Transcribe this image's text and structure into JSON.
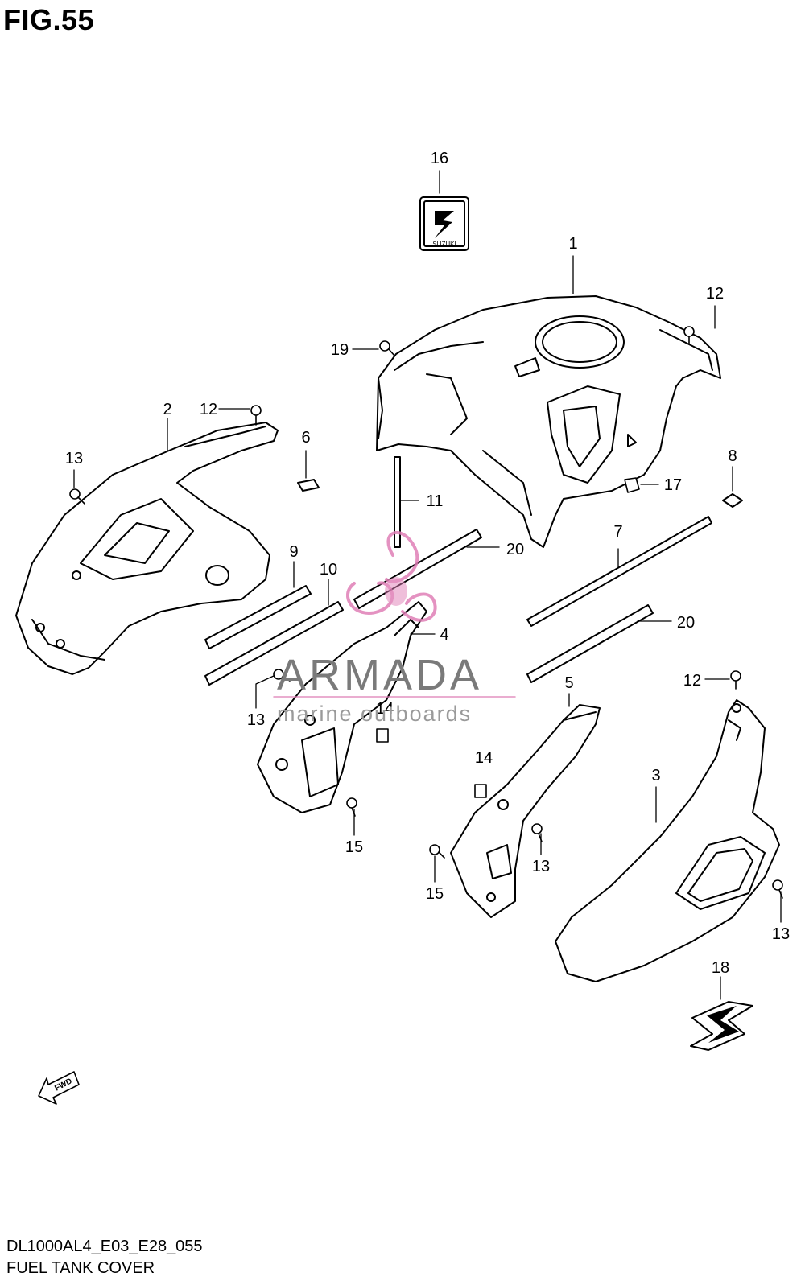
{
  "figure": {
    "title": "FIG.55",
    "model_code": "DL1000AL4_E03_E28_055",
    "section_name": "FUEL TANK COVER"
  },
  "callouts": [
    {
      "id": "c16",
      "label": "16"
    },
    {
      "id": "c1",
      "label": "1"
    },
    {
      "id": "c12a",
      "label": "12"
    },
    {
      "id": "c19",
      "label": "19"
    },
    {
      "id": "c2",
      "label": "2"
    },
    {
      "id": "c12b",
      "label": "12"
    },
    {
      "id": "c13a",
      "label": "13"
    },
    {
      "id": "c6",
      "label": "6"
    },
    {
      "id": "c11",
      "label": "11"
    },
    {
      "id": "c17",
      "label": "17"
    },
    {
      "id": "c8",
      "label": "8"
    },
    {
      "id": "c7",
      "label": "7"
    },
    {
      "id": "c20a",
      "label": "20"
    },
    {
      "id": "c9",
      "label": "9"
    },
    {
      "id": "c10",
      "label": "10"
    },
    {
      "id": "c4",
      "label": "4"
    },
    {
      "id": "c20b",
      "label": "20"
    },
    {
      "id": "c13b",
      "label": "13"
    },
    {
      "id": "c14a",
      "label": "14"
    },
    {
      "id": "c12c",
      "label": "12"
    },
    {
      "id": "c5",
      "label": "5"
    },
    {
      "id": "c3",
      "label": "3"
    },
    {
      "id": "c14b",
      "label": "14"
    },
    {
      "id": "c15a",
      "label": "15"
    },
    {
      "id": "c13c",
      "label": "13"
    },
    {
      "id": "c15b",
      "label": "15"
    },
    {
      "id": "c13d",
      "label": "13"
    },
    {
      "id": "c18",
      "label": "18"
    }
  ],
  "emblem_text": "SUZUKI",
  "fwd_arrow_text": "FWD",
  "watermark": {
    "name": "ARMADA",
    "tagline": "marine outboards",
    "accent_color": "#e07fb6"
  },
  "icons": [
    "suzuki-emblem-icon",
    "suzuki-s-decal-icon",
    "fwd-arrow-icon",
    "bolt-icon",
    "clip-nut-icon",
    "armada-logo-icon"
  ]
}
